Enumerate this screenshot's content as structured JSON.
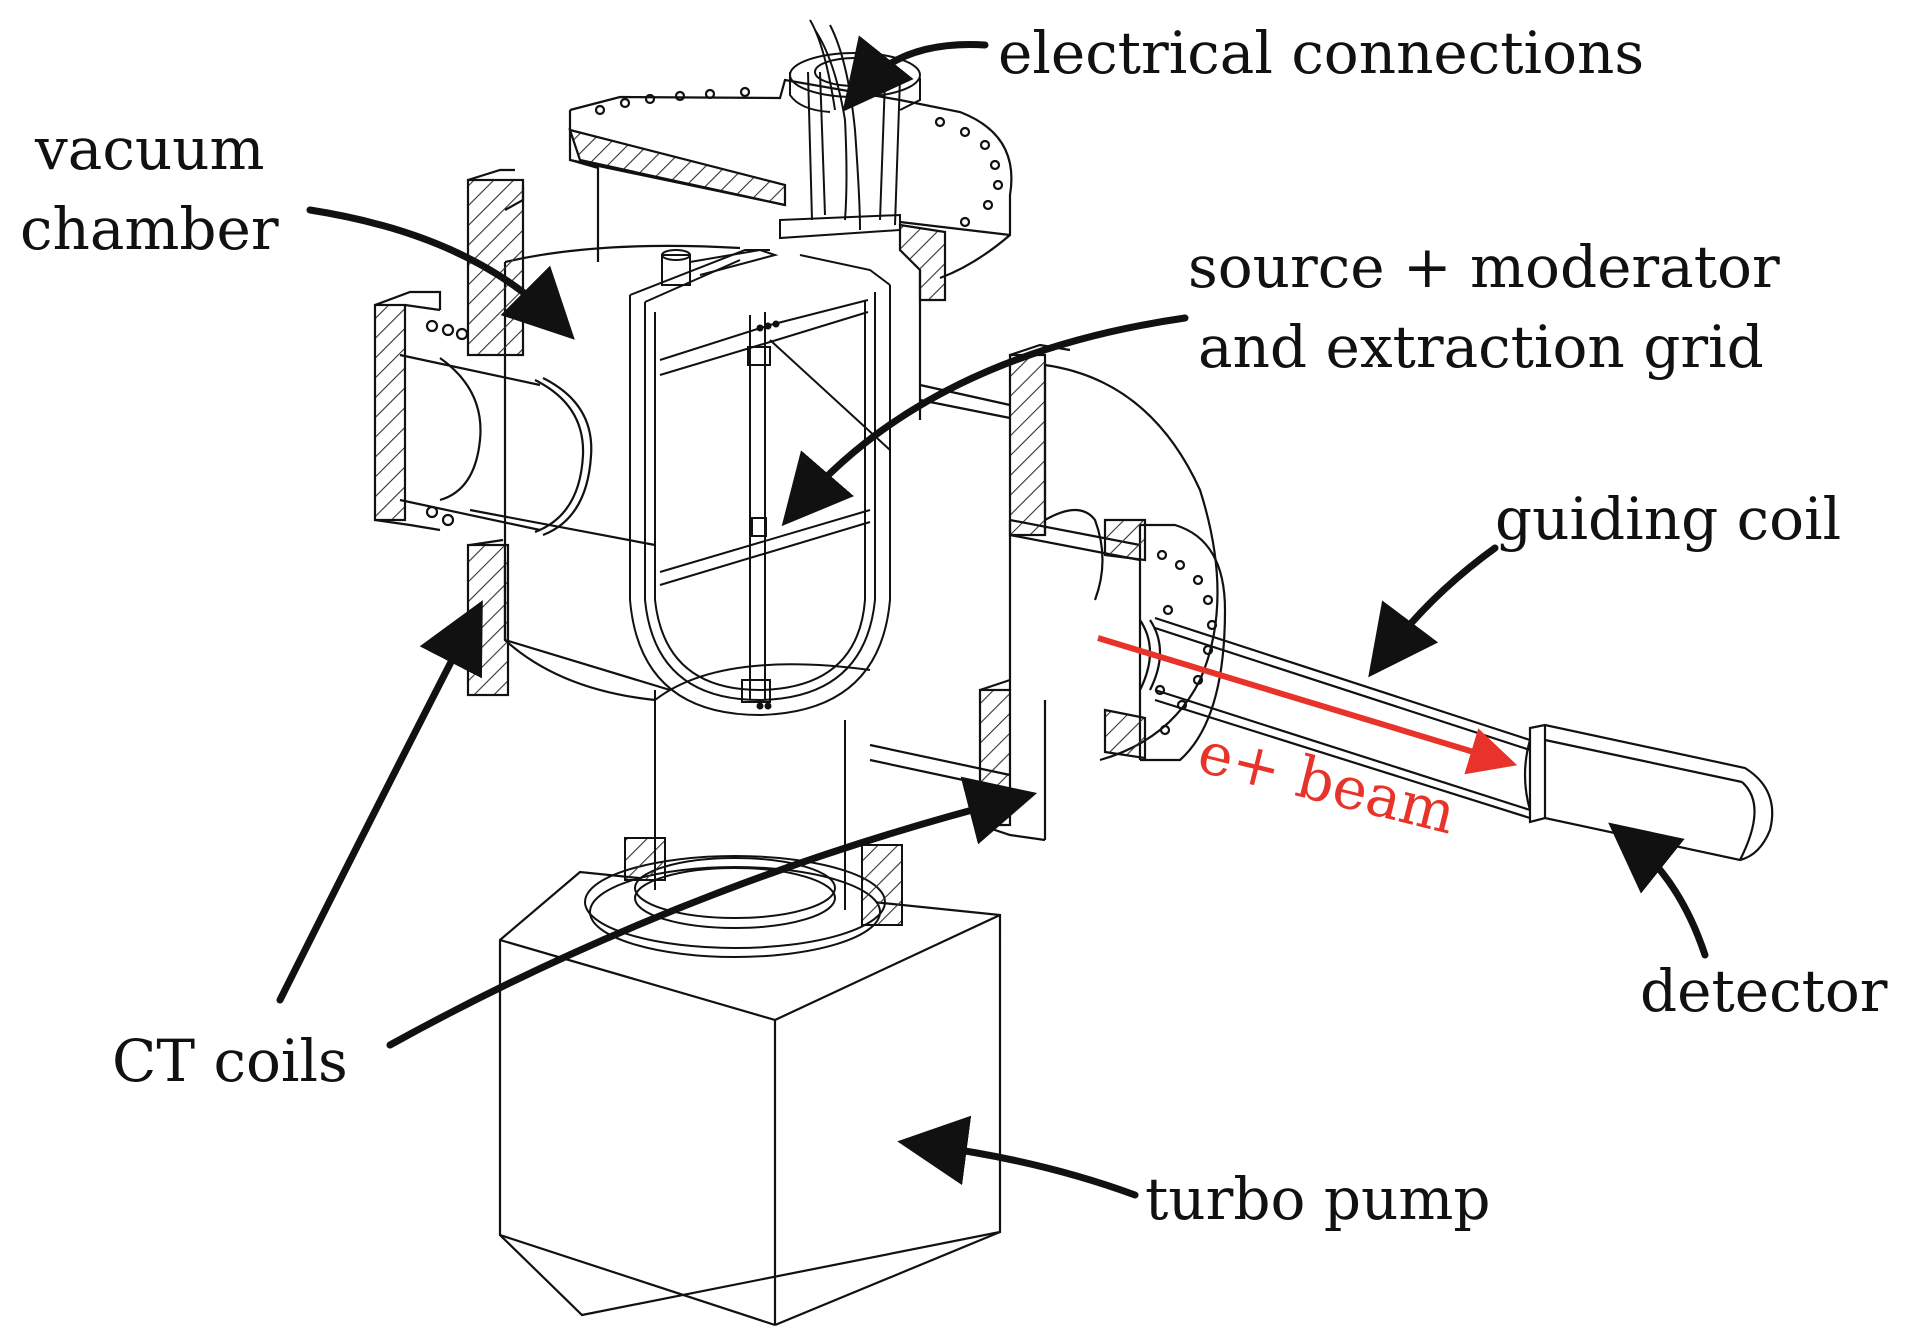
{
  "labels": {
    "electrical_connections": "electrical connections",
    "vacuum_chamber_line1": "vacuum",
    "vacuum_chamber_line2": "chamber",
    "source_line1": "source + moderator",
    "source_line2": "and extraction grid",
    "guiding_coil": "guiding coil",
    "e_beam": "e+ beam",
    "detector": "detector",
    "ct_coils": "CT coils",
    "turbo_pump": "turbo pump"
  },
  "colors": {
    "line": "#111111",
    "beam": "#e8332a",
    "hatch": "#333333"
  }
}
